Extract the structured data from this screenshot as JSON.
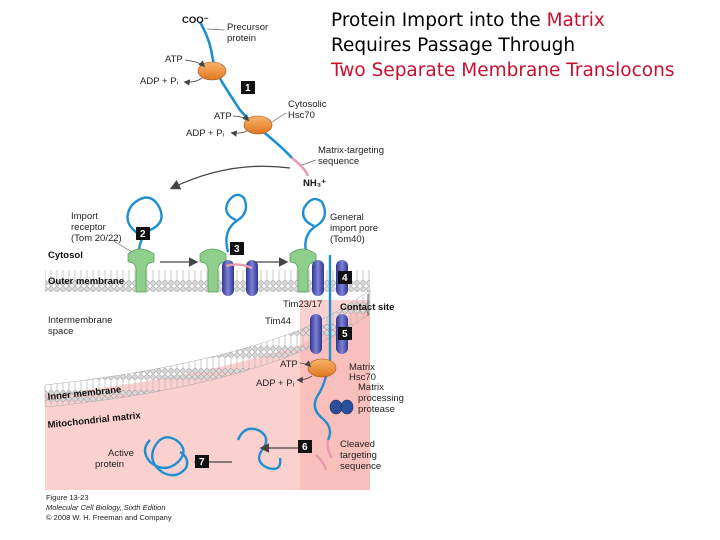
{
  "title": {
    "line1_prefix": "Protein Import into the ",
    "line1_highlight": "Matrix",
    "line2": "Requires Passage Through",
    "line3": "Two Separate Membrane Translocons"
  },
  "colors": {
    "highlight": "#c8102e",
    "protein_chain": "#1f8fd0",
    "targeting_sequence": "#e89bb0",
    "hsc70": "#ef8a2a",
    "receptor": "#8fcf8c",
    "translocon": "#4c52b0",
    "matrix": "#f6b2b0"
  },
  "labels": {
    "coo": "COO⁻",
    "precursor": [
      "Precursor",
      "protein"
    ],
    "atp_top": "ATP",
    "adp_top": "ADP + Pᵢ",
    "atp_mid": "ATP",
    "adp_mid": "ADP + Pᵢ",
    "cytosolic_hsc70": [
      "Cytosolic",
      "Hsc70"
    ],
    "matrix_targeting": [
      "Matrix-targeting",
      "sequence"
    ],
    "nh3": "NH₃⁺",
    "import_receptor": [
      "Import",
      "receptor",
      "(Tom 20/22)"
    ],
    "general_pore": [
      "General",
      "import pore",
      "(Tom40)"
    ],
    "cytosol": "Cytosol",
    "outer_membrane": "Outer membrane",
    "tim23": "Tim23/17",
    "contact_site": "Contact site",
    "intermembrane": [
      "Intermembrane",
      "space"
    ],
    "tim44": "Tim44",
    "atp_matrix": "ATP",
    "adp_matrix": "ADP + Pᵢ",
    "matrix_hsc70": [
      "Matrix",
      "Hsc70"
    ],
    "processing_protease": [
      "Matrix",
      "processing",
      "protease"
    ],
    "inner_membrane": "Inner membrane",
    "mito_matrix": "Mitochondrial matrix",
    "cleaved": [
      "Cleaved",
      "targeting",
      "sequence"
    ],
    "active_protein": [
      "Active",
      "protein"
    ]
  },
  "steps": [
    "1",
    "2",
    "3",
    "4",
    "5",
    "6",
    "7"
  ],
  "caption": {
    "figure": "Figure 13-23",
    "book": "Molecular Cell Biology, Sixth Edition",
    "copyright": "© 2008 W. H. Freeman and Company"
  }
}
